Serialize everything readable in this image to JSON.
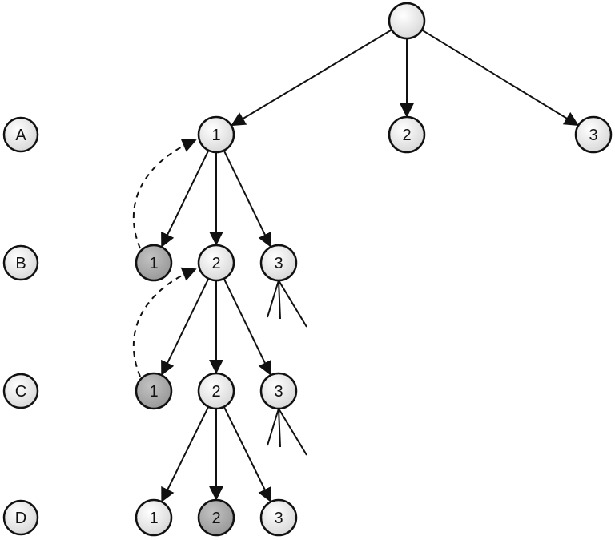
{
  "row_labels": [
    "A",
    "B",
    "C",
    "D"
  ],
  "nodes": {
    "root": {
      "label": ""
    },
    "a1": {
      "label": "1"
    },
    "a2": {
      "label": "2"
    },
    "a3": {
      "label": "3"
    },
    "b1": {
      "label": "1",
      "shaded": true
    },
    "b2": {
      "label": "2"
    },
    "b3": {
      "label": "3"
    },
    "c1": {
      "label": "1",
      "shaded": true
    },
    "c2": {
      "label": "2"
    },
    "c3": {
      "label": "3"
    },
    "d1": {
      "label": "1"
    },
    "d2": {
      "label": "2",
      "shaded": true
    },
    "d3": {
      "label": "3"
    }
  },
  "edges": [
    [
      "root",
      "a1"
    ],
    [
      "root",
      "a2"
    ],
    [
      "root",
      "a3"
    ],
    [
      "a1",
      "b1"
    ],
    [
      "a1",
      "b2"
    ],
    [
      "a1",
      "b3"
    ],
    [
      "b2",
      "c1"
    ],
    [
      "b2",
      "c2"
    ],
    [
      "b2",
      "c3"
    ],
    [
      "c2",
      "d1"
    ],
    [
      "c2",
      "d2"
    ],
    [
      "c2",
      "d3"
    ]
  ],
  "backtrack_edges": [
    [
      "b1",
      "a1"
    ],
    [
      "c1",
      "b2"
    ]
  ],
  "colors": {
    "node_fill": "#e9e9e9",
    "node_fill_shaded": "#a9a9a9",
    "stroke": "#111111"
  }
}
